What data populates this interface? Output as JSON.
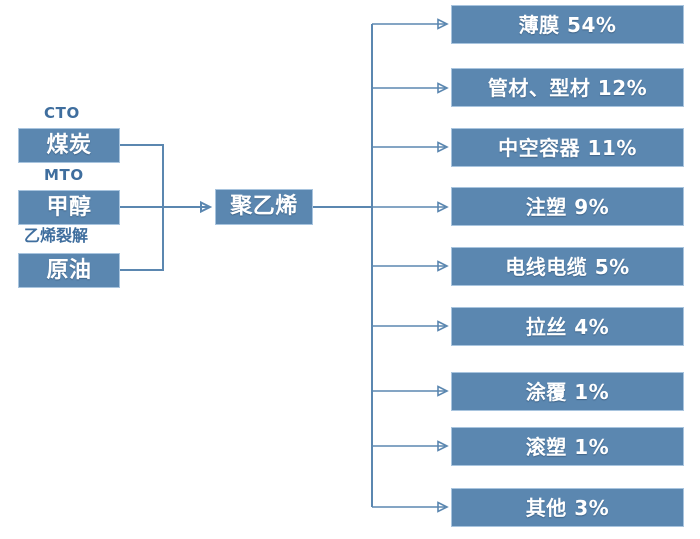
{
  "diagram": {
    "type": "flow-diagram",
    "title_visible": false,
    "palette": {
      "node_fill": "#5b87b0",
      "node_border": "#a8c4de",
      "node_text": "#ffffff",
      "label_text": "#3f6e9e",
      "connector": "#5b87b0",
      "background": "#ffffff"
    },
    "upstream": {
      "nodes": [
        {
          "label": "煤炭",
          "process": "CTO",
          "process_script": "latin"
        },
        {
          "label": "甲醇",
          "process": "MTO",
          "process_script": "latin"
        },
        {
          "label": "原油",
          "process": "乙烯裂解",
          "process_script": "cjk"
        }
      ]
    },
    "center": {
      "label": "聚乙烯"
    },
    "downstream": {
      "nodes": [
        {
          "label": "薄膜 54%",
          "name": "薄膜",
          "share": "54%"
        },
        {
          "label": "管材、型材 12%",
          "name": "管材、型材",
          "share": "12%"
        },
        {
          "label": "中空容器 11%",
          "name": "中空容器",
          "share": "11%"
        },
        {
          "label": "注塑 9%",
          "name": "注塑",
          "share": "9%"
        },
        {
          "label": "电线电缆 5%",
          "name": "电线电缆",
          "share": "5%"
        },
        {
          "label": "拉丝 4%",
          "name": "拉丝",
          "share": "4%"
        },
        {
          "label": "涂覆 1%",
          "name": "涂覆",
          "share": "1%"
        },
        {
          "label": "滚塑 1%",
          "name": "滚塑",
          "share": "1%"
        },
        {
          "label": "其他 3%",
          "name": "其他",
          "share": "3%"
        }
      ]
    }
  }
}
